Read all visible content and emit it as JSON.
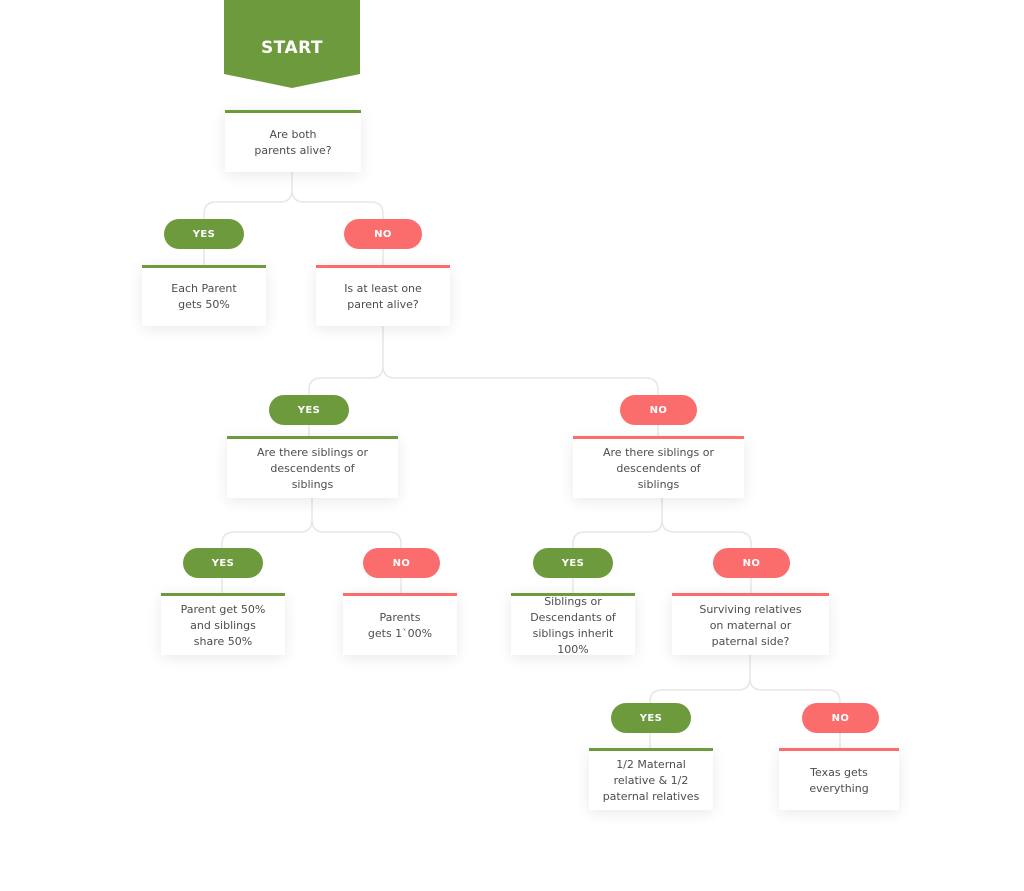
{
  "colors": {
    "yes": "#6e9a3e",
    "no": "#fb6d6c",
    "connector": "#e6e6e6",
    "text": "#4d4d4d"
  },
  "start": {
    "label": "START"
  },
  "nodes": {
    "q1": "Are both\nparents alive?",
    "a1": "Each Parent\ngets 50%",
    "q2": "Is at least one\nparent alive?",
    "q3a": "Are there  siblings or\ndescendents of\nsiblings",
    "q3b": "Are there  siblings or\ndescendents of\nsiblings",
    "a2": "Parent get 50%\nand siblings\nshare 50%",
    "a3": "Parents\ngets 1`00%",
    "a4": "Siblings or\nDescendants of\nsiblings inherit 100%",
    "q4": "Surviving relatives\non maternal or\npaternal side?",
    "a5": "1/2 Maternal\nrelative & 1/2\npaternal relatives",
    "a6": "Texas gets\neverything"
  },
  "pills": {
    "yes": "YES",
    "no": "NO"
  }
}
